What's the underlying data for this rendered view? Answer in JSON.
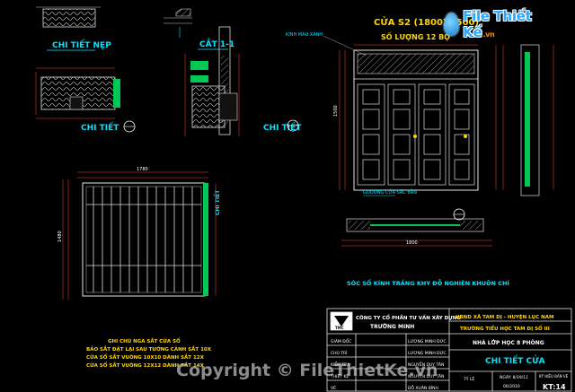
{
  "watermark": {
    "brand": "File Thiết Kế",
    "domain": ".vn",
    "copyright": "Copyright © FileThietKe.vn"
  },
  "labels": {
    "chi_tiet_nep": "CHI TIẾT NẸP",
    "cat_1_1": "CẮT 1-1",
    "chi_tiet_1": "CHI TIẾT",
    "chi_tiet_2": "CHI TIẾT",
    "door_title": "CỬA S2 (1800X1500)",
    "door_count": "SỐ LƯỢNG 12 BỘ",
    "door_note": "KÍNH MÀU XANH",
    "door_note2": "GOOONG CỬA SẮC BẢN",
    "window_note": "SÓC SỔ KÍNH TRẮNG KHY ĐỖ NGHIÊN KHUÔN CHÍ",
    "dim_1780": "1780",
    "dim_1480": "1480",
    "dim_1500": "1500",
    "dim_1800": "1800",
    "notes": [
      "GHI CHÚ NGA SẮT CỬA SỔ",
      "BẢO SẮT ĐẶT LẠI SAU TƯỜNG CẢNH SẮT 10X",
      "CỬA SỔ SẮT VUÔNG 10X10 DÀNH SẮT 12X",
      "CỬA SỔ SẮT VUÔNG 12X12 DÀNH SẮT 14X"
    ]
  },
  "title_block": {
    "company": "CÔNG TY CỔ PHẦN TƯ VẤN XÂY DỰNG",
    "company_sub": "TRƯỜNG MINH",
    "client": "UBND XÃ TAM DỊ - HUYỆN LỤC NAM",
    "project": "TRƯỜNG TIỂU HỌC TAM DỊ SỐ III",
    "item": "NHÀ LỚP HỌC 8 PHÒNG",
    "drawing": "CHI TIẾT CỬA",
    "roles": [
      "GIÁM ĐỐC",
      "CHỦ TRÌ",
      "KIỂM TRA",
      "THIẾT KẾ",
      "VẼ"
    ],
    "names": [
      "LƯƠNG MINH ĐỨC",
      "LƯƠNG MINH ĐỨC",
      "NGUYỄN DUY TÂN",
      "NGUYỄN DUY TÂN",
      "ĐỖ XUÂN BÌNH"
    ],
    "scale_label": "TỶ LỆ",
    "date_label": "NGÀY: 8/19/11",
    "date_val": "06/2010",
    "sheet_label": "KÝ HIỆU BẢN VẼ",
    "sheet": "KT:14"
  }
}
